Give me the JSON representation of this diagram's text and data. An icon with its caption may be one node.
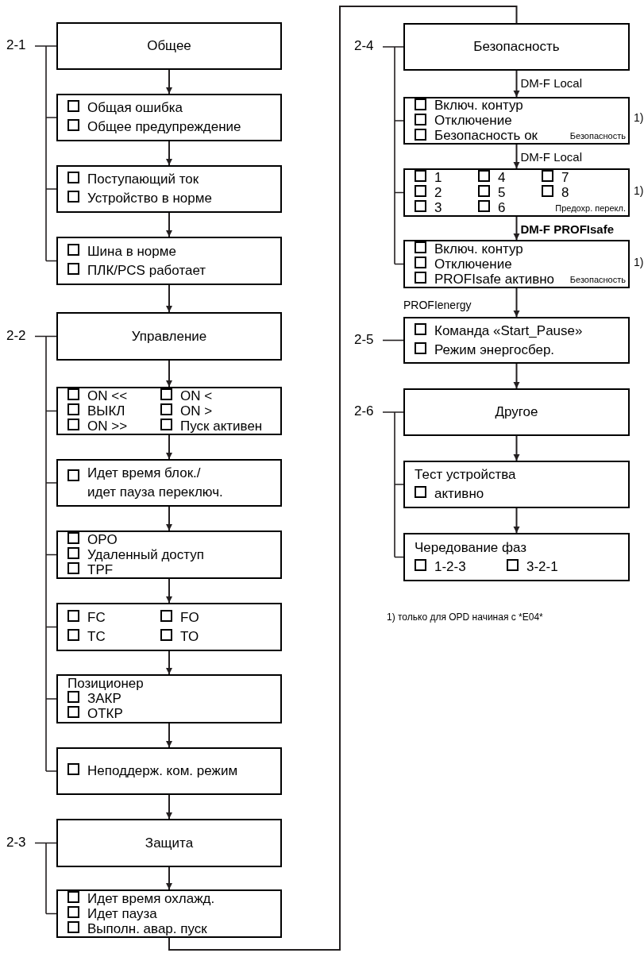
{
  "diagram": {
    "nodes": [
      {
        "text": [
          "Общее"
        ]
      },
      {
        "text": [
          "Общая ошибка",
          "Общее предупреждение"
        ]
      },
      {
        "text": [
          "Поступающий ток",
          "Устройство в норме"
        ]
      },
      {
        "text": [
          "Шина в норме",
          "ПЛК/PCS работает"
        ]
      },
      {
        "text": [
          "Управление"
        ]
      },
      {
        "text": [
          "ON <<",
          "ВЫКЛ",
          "ON >>",
          "ON <",
          "ON >",
          "Пуск активен"
        ]
      },
      {
        "text": [
          "Идет время блок./ идет пауза переключ."
        ]
      },
      {
        "text": [
          "OPO",
          "Удаленный доступ",
          "TPF"
        ]
      },
      {
        "text": [
          "FC",
          "TC",
          "FO",
          "TO"
        ]
      },
      {
        "text": [
          "Позиционер",
          "ЗАКР",
          "ОТКР"
        ]
      },
      {
        "text": [
          "Неподдерж. ком. режим"
        ]
      },
      {
        "text": [
          "Защита"
        ]
      },
      {
        "text": [
          "Идет время охлажд.",
          "Идет пауза",
          "Выполн. авар. пуск"
        ]
      },
      {
        "text": [
          "Безопасность"
        ]
      },
      {
        "text": [
          "Включ. контур",
          "Отключение",
          "Безопасность ок",
          "Безопасность"
        ],
        "beside": [
          "1)"
        ]
      },
      {
        "text": [
          "1",
          "2",
          "3",
          "4",
          "5",
          "6",
          "7",
          "8",
          "Предохр. перекл."
        ],
        "beside": [
          "1)"
        ]
      },
      {
        "text": [
          "Включ. контур",
          "Отключение",
          "PROFIsafe активно",
          "Безопасность"
        ],
        "beside": [
          "1)"
        ]
      },
      {
        "text": [
          "Команда «Start_Pause»",
          "Режим энергосбер."
        ],
        "beside": [
          "PROFIenergy"
        ]
      },
      {
        "text": [
          "Другое"
        ]
      },
      {
        "text": [
          "Тест устройства",
          "активно"
        ]
      },
      {
        "text": [
          "Чередование фаз",
          "1-2-3",
          "3-2-1"
        ]
      }
    ],
    "edges": [
      {
        "from": 0,
        "to": 1,
        "arrow": "to"
      },
      {
        "from": 1,
        "to": 2,
        "arrow": "to"
      },
      {
        "from": 2,
        "to": 3,
        "arrow": "to"
      },
      {
        "from": 3,
        "to": 4,
        "arrow": "to"
      },
      {
        "from": 4,
        "to": 5,
        "arrow": "to"
      },
      {
        "from": 5,
        "to": 6,
        "arrow": "to"
      },
      {
        "from": 6,
        "to": 7,
        "arrow": "to"
      },
      {
        "from": 7,
        "to": 8,
        "arrow": "to"
      },
      {
        "from": 8,
        "to": 9,
        "arrow": "to"
      },
      {
        "from": 9,
        "to": 10,
        "arrow": "to"
      },
      {
        "from": 10,
        "to": 11,
        "arrow": "to"
      },
      {
        "from": 11,
        "to": 12,
        "arrow": "to"
      },
      {
        "from": 12,
        "to": 13,
        "arrow": "none"
      },
      {
        "from": 13,
        "to": 14,
        "arrow": "to",
        "label": "DM-F Local"
      },
      {
        "from": 14,
        "to": 15,
        "arrow": "to",
        "label": "DM-F Local"
      },
      {
        "from": 15,
        "to": 16,
        "arrow": "to",
        "label": "DM-F PROFIsafe"
      },
      {
        "from": 16,
        "to": 17,
        "arrow": "to"
      },
      {
        "from": 17,
        "to": 18,
        "arrow": "to"
      },
      {
        "from": 18,
        "to": 19,
        "arrow": "to"
      },
      {
        "from": 19,
        "to": 20,
        "arrow": "to"
      }
    ],
    "labels": [
      "2-1",
      "2-2",
      "2-3",
      "2-4",
      "2-5",
      "2-6",
      "1) только для OPD начиная с *E04*"
    ]
  }
}
